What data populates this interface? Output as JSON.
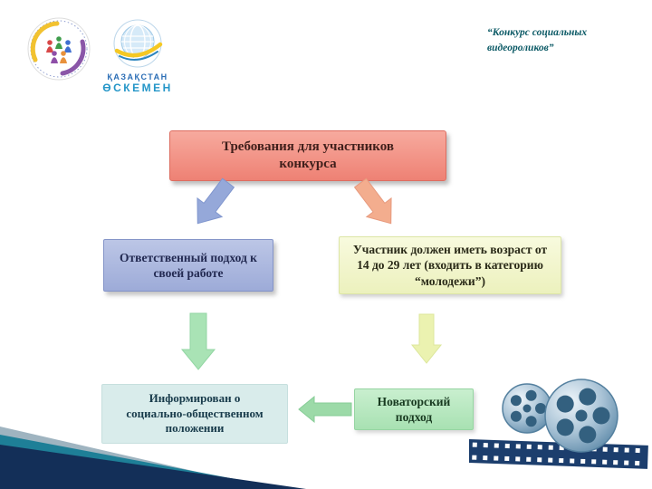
{
  "slide": {
    "title": {
      "line1": "“Конкурс социальных",
      "line2": "видеороликов”"
    },
    "logo": {
      "line1": "ҚАЗАҚСТАН",
      "line2": "ӨСКЕМЕН"
    },
    "diagram": {
      "root": "Требования для участников конкурса",
      "left": "Ответственный подход к своей работе",
      "right": "Участник должен иметь возраст от 14 до 29 лет (входить в категорию “молодежи”)",
      "bottom_left": "Информирован о социально-общественном положении",
      "bottom_center": "Новаторский подход"
    },
    "icons": {
      "film_reel": "film-reel-icon",
      "org_emblem": "org-emblem-icon",
      "globe_logo": "globe-logo-icon"
    },
    "colors": {
      "root_box": "#f2978a",
      "left_box": "#aab7de",
      "right_box": "#eff3c9",
      "bottom_left_box": "#d9eceb",
      "bottom_center_box": "#b3e6bb",
      "arrow_blue": "#95a8d9",
      "arrow_orange": "#f3ad8e",
      "arrow_green": "#a9e3b5",
      "arrow_yellow": "#ebf2b0",
      "arrow_link_green": "#9cdaa8",
      "title_text": "#0c5a66",
      "corner_navy": "#132f58",
      "corner_teal": "#1e7f97"
    }
  }
}
